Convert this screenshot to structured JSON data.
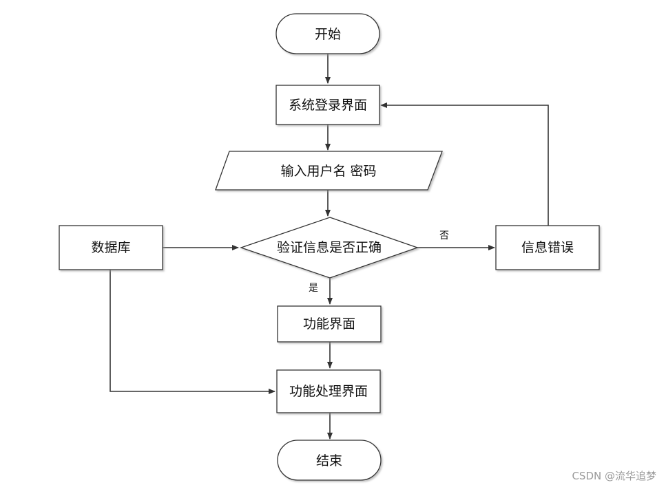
{
  "nodes": {
    "start": "开始",
    "login_screen": "系统登录界面",
    "input_credentials": "输入用户名 密码",
    "verify": "验证信息是否正确",
    "database": "数据库",
    "error": "信息错误",
    "function_screen": "功能界面",
    "processing_screen": "功能处理界面",
    "end": "结束"
  },
  "edge_labels": {
    "no": "否",
    "yes": "是"
  },
  "watermark": "CSDN @流华追梦"
}
